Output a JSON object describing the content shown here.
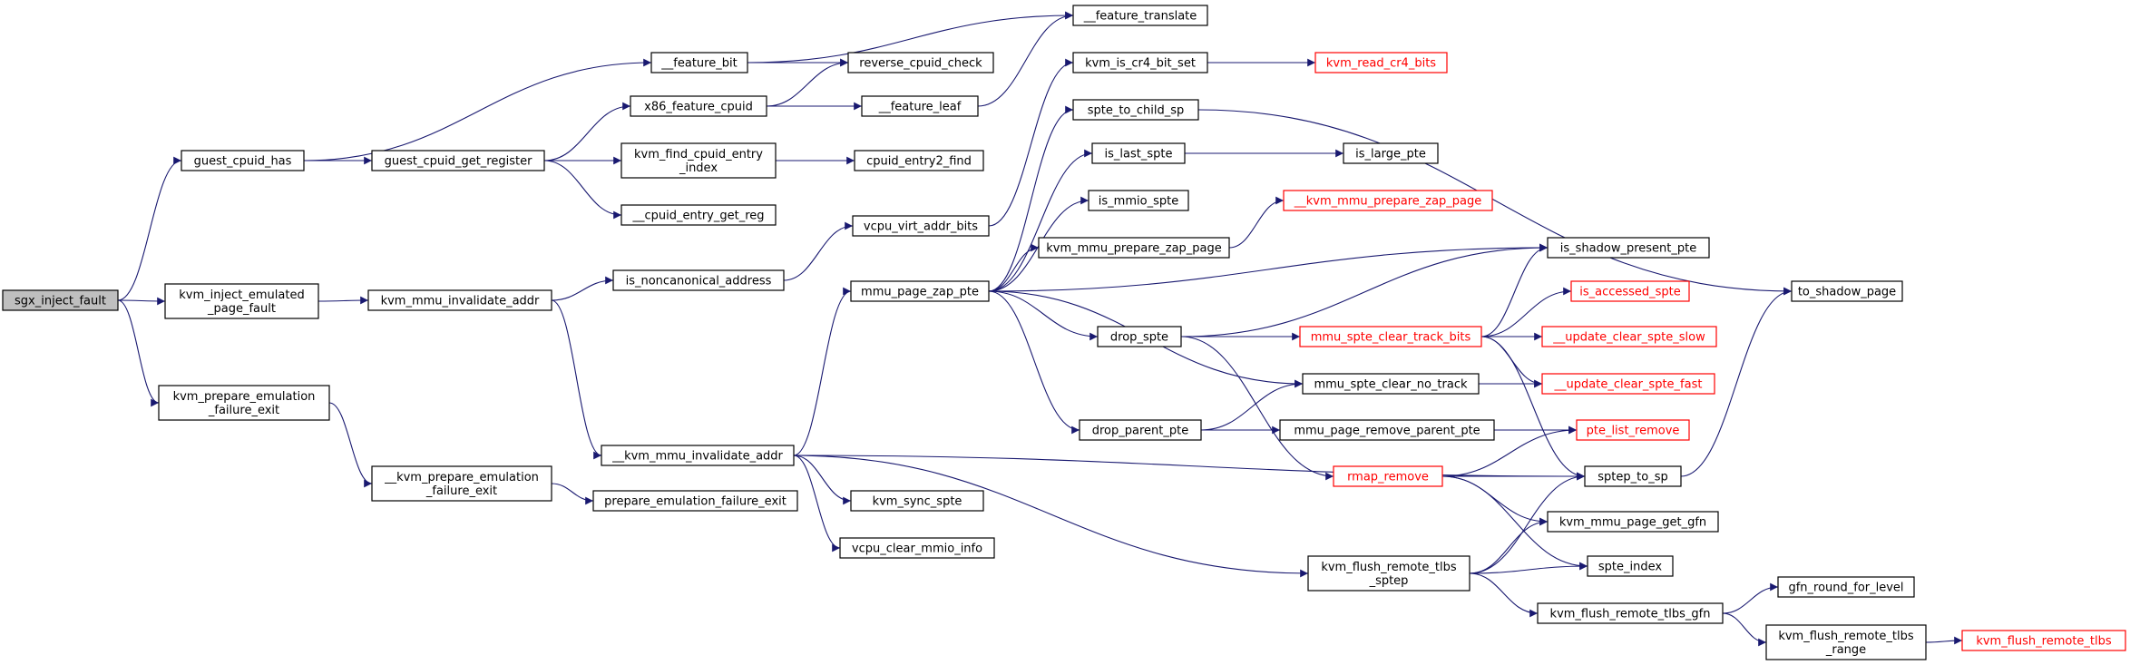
{
  "colors": {
    "edge": "#191970",
    "node_border": "#000000",
    "node_border_link_missing": "#ff0000",
    "root_fill": "#bfbfbf",
    "background": "#ffffff"
  },
  "graph": {
    "nodes": [
      {
        "id": "sgx_inject_fault",
        "lines": [
          "sgx_inject_fault"
        ],
        "style": "root"
      },
      {
        "id": "guest_cpuid_has",
        "lines": [
          "guest_cpuid_has"
        ],
        "style": "normal"
      },
      {
        "id": "kvm_inject_emulated_page_fault",
        "lines": [
          "kvm_inject_emulated",
          "_page_fault"
        ],
        "style": "normal"
      },
      {
        "id": "kvm_prepare_emulation_failure_exit",
        "lines": [
          "kvm_prepare_emulation",
          "_failure_exit"
        ],
        "style": "normal"
      },
      {
        "id": "feature_bit",
        "lines": [
          "__feature_bit"
        ],
        "style": "normal"
      },
      {
        "id": "guest_cpuid_get_register",
        "lines": [
          "guest_cpuid_get_register"
        ],
        "style": "normal"
      },
      {
        "id": "feature_translate",
        "lines": [
          "__feature_translate"
        ],
        "style": "normal"
      },
      {
        "id": "reverse_cpuid_check",
        "lines": [
          "reverse_cpuid_check"
        ],
        "style": "normal"
      },
      {
        "id": "x86_feature_cpuid",
        "lines": [
          "x86_feature_cpuid"
        ],
        "style": "normal"
      },
      {
        "id": "feature_leaf",
        "lines": [
          "__feature_leaf"
        ],
        "style": "normal"
      },
      {
        "id": "kvm_find_cpuid_entry_index",
        "lines": [
          "kvm_find_cpuid_entry",
          "_index"
        ],
        "style": "normal"
      },
      {
        "id": "cpuid_entry2_find",
        "lines": [
          "cpuid_entry2_find"
        ],
        "style": "normal"
      },
      {
        "id": "cpuid_entry_get_reg",
        "lines": [
          "__cpuid_entry_get_reg"
        ],
        "style": "normal"
      },
      {
        "id": "kvm_mmu_invalidate_addr",
        "lines": [
          "kvm_mmu_invalidate_addr"
        ],
        "style": "normal"
      },
      {
        "id": "is_noncanonical_address",
        "lines": [
          "is_noncanonical_address"
        ],
        "style": "normal"
      },
      {
        "id": "vcpu_virt_addr_bits",
        "lines": [
          "vcpu_virt_addr_bits"
        ],
        "style": "normal"
      },
      {
        "id": "kvm_is_cr4_bit_set",
        "lines": [
          "kvm_is_cr4_bit_set"
        ],
        "style": "normal"
      },
      {
        "id": "kvm_read_cr4_bits",
        "lines": [
          "kvm_read_cr4_bits"
        ],
        "style": "red"
      },
      {
        "id": "kvm_mmu_invalidate_addr2",
        "lines": [
          "__kvm_mmu_invalidate_addr"
        ],
        "style": "normal"
      },
      {
        "id": "kvm_prepare_emulation_failure_exit2",
        "lines": [
          "__kvm_prepare_emulation",
          "_failure_exit"
        ],
        "style": "normal"
      },
      {
        "id": "prepare_emulation_failure_exit",
        "lines": [
          "prepare_emulation_failure_exit"
        ],
        "style": "normal"
      },
      {
        "id": "mmu_page_zap_pte",
        "lines": [
          "mmu_page_zap_pte"
        ],
        "style": "normal"
      },
      {
        "id": "kvm_sync_spte",
        "lines": [
          "kvm_sync_spte"
        ],
        "style": "normal"
      },
      {
        "id": "vcpu_clear_mmio_info",
        "lines": [
          "vcpu_clear_mmio_info"
        ],
        "style": "normal"
      },
      {
        "id": "spte_to_child_sp",
        "lines": [
          "spte_to_child_sp"
        ],
        "style": "normal"
      },
      {
        "id": "is_last_spte",
        "lines": [
          "is_last_spte"
        ],
        "style": "normal"
      },
      {
        "id": "is_large_pte",
        "lines": [
          "is_large_pte"
        ],
        "style": "normal"
      },
      {
        "id": "is_mmio_spte",
        "lines": [
          "is_mmio_spte"
        ],
        "style": "normal"
      },
      {
        "id": "kvm_mmu_prepare_zap_page2",
        "lines": [
          "__kvm_mmu_prepare_zap_page"
        ],
        "style": "red"
      },
      {
        "id": "kvm_mmu_prepare_zap_page",
        "lines": [
          "kvm_mmu_prepare_zap_page"
        ],
        "style": "normal"
      },
      {
        "id": "is_shadow_present_pte",
        "lines": [
          "is_shadow_present_pte"
        ],
        "style": "normal"
      },
      {
        "id": "drop_spte",
        "lines": [
          "drop_spte"
        ],
        "style": "normal"
      },
      {
        "id": "is_accessed_spte",
        "lines": [
          "is_accessed_spte"
        ],
        "style": "red"
      },
      {
        "id": "mmu_spte_clear_track_bits",
        "lines": [
          "mmu_spte_clear_track_bits"
        ],
        "style": "red"
      },
      {
        "id": "update_clear_spte_slow",
        "lines": [
          "__update_clear_spte_slow"
        ],
        "style": "red"
      },
      {
        "id": "mmu_spte_clear_no_track",
        "lines": [
          "mmu_spte_clear_no_track"
        ],
        "style": "normal"
      },
      {
        "id": "update_clear_spte_fast",
        "lines": [
          "__update_clear_spte_fast"
        ],
        "style": "red"
      },
      {
        "id": "drop_parent_pte",
        "lines": [
          "drop_parent_pte"
        ],
        "style": "normal"
      },
      {
        "id": "mmu_page_remove_parent_pte",
        "lines": [
          "mmu_page_remove_parent_pte"
        ],
        "style": "normal"
      },
      {
        "id": "pte_list_remove",
        "lines": [
          "pte_list_remove"
        ],
        "style": "red"
      },
      {
        "id": "rmap_remove",
        "lines": [
          "rmap_remove"
        ],
        "style": "red"
      },
      {
        "id": "sptep_to_sp",
        "lines": [
          "sptep_to_sp"
        ],
        "style": "normal"
      },
      {
        "id": "kvm_mmu_page_get_gfn",
        "lines": [
          "kvm_mmu_page_get_gfn"
        ],
        "style": "normal"
      },
      {
        "id": "spte_index",
        "lines": [
          "spte_index"
        ],
        "style": "normal"
      },
      {
        "id": "kvm_flush_remote_tlbs_sptep",
        "lines": [
          "kvm_flush_remote_tlbs",
          "_sptep"
        ],
        "style": "normal"
      },
      {
        "id": "kvm_flush_remote_tlbs_gfn",
        "lines": [
          "kvm_flush_remote_tlbs_gfn"
        ],
        "style": "normal"
      },
      {
        "id": "gfn_round_for_level",
        "lines": [
          "gfn_round_for_level"
        ],
        "style": "normal"
      },
      {
        "id": "kvm_flush_remote_tlbs_range",
        "lines": [
          "kvm_flush_remote_tlbs",
          "_range"
        ],
        "style": "normal"
      },
      {
        "id": "kvm_flush_remote_tlbs",
        "lines": [
          "kvm_flush_remote_tlbs"
        ],
        "style": "red"
      },
      {
        "id": "to_shadow_page",
        "lines": [
          "to_shadow_page"
        ],
        "style": "normal"
      }
    ],
    "edges": [
      [
        "sgx_inject_fault",
        "guest_cpuid_has"
      ],
      [
        "sgx_inject_fault",
        "kvm_inject_emulated_page_fault"
      ],
      [
        "sgx_inject_fault",
        "kvm_prepare_emulation_failure_exit"
      ],
      [
        "guest_cpuid_has",
        "feature_bit"
      ],
      [
        "guest_cpuid_has",
        "guest_cpuid_get_register"
      ],
      [
        "feature_bit",
        "feature_translate"
      ],
      [
        "feature_bit",
        "reverse_cpuid_check"
      ],
      [
        "guest_cpuid_get_register",
        "x86_feature_cpuid"
      ],
      [
        "guest_cpuid_get_register",
        "kvm_find_cpuid_entry_index"
      ],
      [
        "guest_cpuid_get_register",
        "cpuid_entry_get_reg"
      ],
      [
        "x86_feature_cpuid",
        "reverse_cpuid_check"
      ],
      [
        "x86_feature_cpuid",
        "feature_leaf"
      ],
      [
        "feature_leaf",
        "feature_translate"
      ],
      [
        "kvm_find_cpuid_entry_index",
        "cpuid_entry2_find"
      ],
      [
        "kvm_inject_emulated_page_fault",
        "kvm_mmu_invalidate_addr"
      ],
      [
        "kvm_mmu_invalidate_addr",
        "is_noncanonical_address"
      ],
      [
        "kvm_mmu_invalidate_addr",
        "kvm_mmu_invalidate_addr2"
      ],
      [
        "is_noncanonical_address",
        "vcpu_virt_addr_bits"
      ],
      [
        "vcpu_virt_addr_bits",
        "kvm_is_cr4_bit_set"
      ],
      [
        "kvm_is_cr4_bit_set",
        "kvm_read_cr4_bits"
      ],
      [
        "kvm_prepare_emulation_failure_exit",
        "kvm_prepare_emulation_failure_exit2"
      ],
      [
        "kvm_prepare_emulation_failure_exit2",
        "prepare_emulation_failure_exit"
      ],
      [
        "kvm_mmu_invalidate_addr2",
        "mmu_page_zap_pte"
      ],
      [
        "kvm_mmu_invalidate_addr2",
        "kvm_sync_spte"
      ],
      [
        "kvm_mmu_invalidate_addr2",
        "vcpu_clear_mmio_info"
      ],
      [
        "kvm_mmu_invalidate_addr2",
        "kvm_flush_remote_tlbs_sptep"
      ],
      [
        "kvm_mmu_invalidate_addr2",
        "sptep_to_sp"
      ],
      [
        "mmu_page_zap_pte",
        "spte_to_child_sp"
      ],
      [
        "mmu_page_zap_pte",
        "is_last_spte"
      ],
      [
        "mmu_page_zap_pte",
        "is_mmio_spte"
      ],
      [
        "mmu_page_zap_pte",
        "kvm_mmu_prepare_zap_page"
      ],
      [
        "mmu_page_zap_pte",
        "is_shadow_present_pte"
      ],
      [
        "mmu_page_zap_pte",
        "drop_spte"
      ],
      [
        "mmu_page_zap_pte",
        "mmu_spte_clear_no_track"
      ],
      [
        "mmu_page_zap_pte",
        "drop_parent_pte"
      ],
      [
        "spte_to_child_sp",
        "to_shadow_page"
      ],
      [
        "is_last_spte",
        "is_large_pte"
      ],
      [
        "kvm_mmu_prepare_zap_page",
        "kvm_mmu_prepare_zap_page2"
      ],
      [
        "drop_spte",
        "is_shadow_present_pte"
      ],
      [
        "drop_spte",
        "mmu_spte_clear_track_bits"
      ],
      [
        "drop_spte",
        "rmap_remove"
      ],
      [
        "mmu_spte_clear_track_bits",
        "is_shadow_present_pte"
      ],
      [
        "mmu_spte_clear_track_bits",
        "is_accessed_spte"
      ],
      [
        "mmu_spte_clear_track_bits",
        "update_clear_spte_slow"
      ],
      [
        "mmu_spte_clear_track_bits",
        "update_clear_spte_fast"
      ],
      [
        "mmu_spte_clear_track_bits",
        "sptep_to_sp"
      ],
      [
        "mmu_spte_clear_no_track",
        "update_clear_spte_fast"
      ],
      [
        "drop_parent_pte",
        "mmu_spte_clear_no_track"
      ],
      [
        "drop_parent_pte",
        "mmu_page_remove_parent_pte"
      ],
      [
        "mmu_page_remove_parent_pte",
        "pte_list_remove"
      ],
      [
        "rmap_remove",
        "pte_list_remove"
      ],
      [
        "rmap_remove",
        "sptep_to_sp"
      ],
      [
        "rmap_remove",
        "kvm_mmu_page_get_gfn"
      ],
      [
        "rmap_remove",
        "spte_index"
      ],
      [
        "kvm_flush_remote_tlbs_sptep",
        "sptep_to_sp"
      ],
      [
        "kvm_flush_remote_tlbs_sptep",
        "kvm_mmu_page_get_gfn"
      ],
      [
        "kvm_flush_remote_tlbs_sptep",
        "spte_index"
      ],
      [
        "kvm_flush_remote_tlbs_sptep",
        "kvm_flush_remote_tlbs_gfn"
      ],
      [
        "kvm_flush_remote_tlbs_gfn",
        "gfn_round_for_level"
      ],
      [
        "kvm_flush_remote_tlbs_gfn",
        "kvm_flush_remote_tlbs_range"
      ],
      [
        "kvm_flush_remote_tlbs_range",
        "kvm_flush_remote_tlbs"
      ],
      [
        "sptep_to_sp",
        "to_shadow_page"
      ]
    ]
  }
}
